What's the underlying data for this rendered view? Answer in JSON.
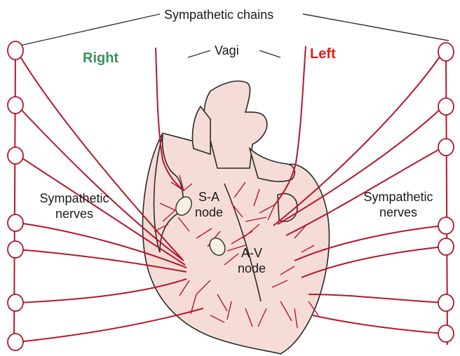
{
  "labels": {
    "sympathetic_chains": "Sympathetic chains",
    "vagi": "Vagi",
    "right": "Right",
    "left": "Left",
    "sympathetic_nerves_left_line1": "Sympathetic",
    "sympathetic_nerves_left_line2": "nerves",
    "sympathetic_nerves_right_line1": "Sympathetic",
    "sympathetic_nerves_right_line2": "nerves",
    "sa_node_line1": "S-A",
    "sa_node_line2": "node",
    "av_node_line1": "A-V",
    "av_node_line2": "node"
  },
  "colors": {
    "right_label": "#3a8f5c",
    "left_label": "#e0201a",
    "nerve": "#b5172a",
    "heart_fill": "#f6dcd7",
    "outline": "#2a2a2a"
  }
}
